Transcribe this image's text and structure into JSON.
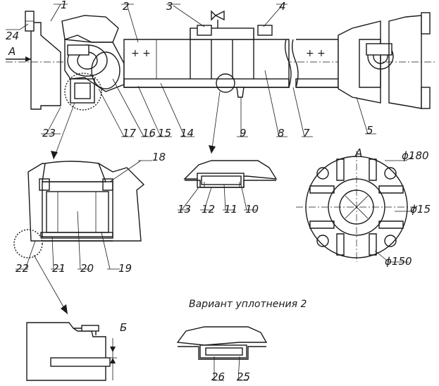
{
  "part_labels": {
    "p1": "1",
    "p2": "2",
    "p3": "3",
    "p4": "4",
    "p5": "5",
    "p7": "7",
    "p8": "8",
    "p9": "9",
    "p10": "10",
    "p11": "11",
    "p12": "12",
    "p13": "13",
    "p14": "14",
    "p15": "15",
    "p16": "16",
    "p17": "17",
    "p18": "18",
    "p19": "19",
    "p20": "20",
    "p21": "21",
    "p22": "22",
    "p23": "23",
    "p24": "24",
    "p25": "25",
    "p26": "26"
  },
  "view_labels": {
    "arrow_a": "А",
    "view_a": "А",
    "view_b": "Б"
  },
  "dimensions": {
    "d180": "ϕ180",
    "d15": "ϕ15",
    "d150": "ϕ150"
  },
  "caption": "Вариант уплотнения 2"
}
